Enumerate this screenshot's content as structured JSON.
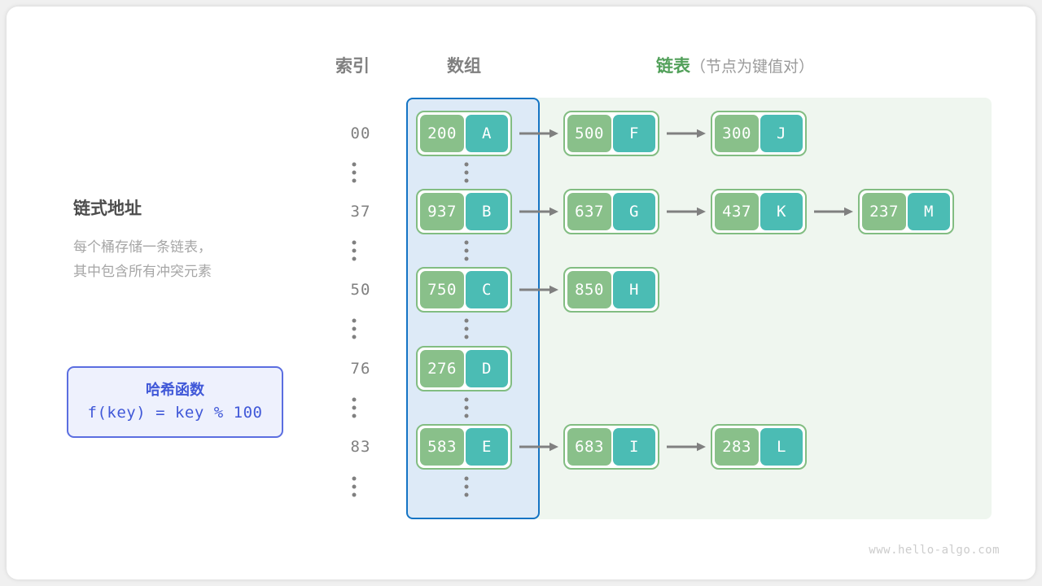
{
  "headers": {
    "index": "索引",
    "array": "数组",
    "list_main": "链表",
    "list_sub": "（节点为键值对）"
  },
  "left_panel": {
    "title": "链式地址",
    "desc_line1": "每个桶存储一条链表，",
    "desc_line2": "其中包含所有冲突元素"
  },
  "hash_box": {
    "title": "哈希函数",
    "formula": "f(key) = key % 100"
  },
  "watermark": "www.hello-algo.com",
  "colors": {
    "key_box": "#89c08a",
    "value_box": "#4bbcb4",
    "node_border": "#82bd82",
    "array_panel_bg": "#ddeaf7",
    "array_panel_border": "#1474c4",
    "list_panel_bg": "#eff6ef",
    "accent_green": "#52a05a",
    "accent_blue": "#4058d8",
    "arrow": "#808080",
    "index_text": "#808080"
  },
  "rows": [
    {
      "index": "00",
      "bucket": {
        "key": "200",
        "value": "A"
      },
      "chain": [
        {
          "key": "500",
          "value": "F"
        },
        {
          "key": "300",
          "value": "J"
        }
      ]
    },
    {
      "index": "37",
      "bucket": {
        "key": "937",
        "value": "B"
      },
      "chain": [
        {
          "key": "637",
          "value": "G"
        },
        {
          "key": "437",
          "value": "K"
        },
        {
          "key": "237",
          "value": "M"
        }
      ]
    },
    {
      "index": "50",
      "bucket": {
        "key": "750",
        "value": "C"
      },
      "chain": [
        {
          "key": "850",
          "value": "H"
        }
      ]
    },
    {
      "index": "76",
      "bucket": {
        "key": "276",
        "value": "D"
      },
      "chain": []
    },
    {
      "index": "83",
      "bucket": {
        "key": "583",
        "value": "E"
      },
      "chain": [
        {
          "key": "683",
          "value": "I"
        },
        {
          "key": "283",
          "value": "L"
        }
      ]
    }
  ]
}
